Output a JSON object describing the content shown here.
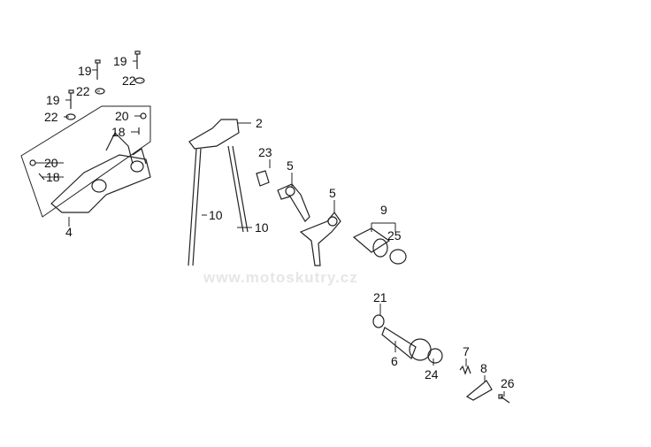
{
  "watermark": "www.motoskutry.cz",
  "labels": {
    "l19a": "19",
    "l19b": "19",
    "l19c": "19",
    "l22a": "22",
    "l22b": "22",
    "l22c": "22",
    "l20a": "20",
    "l20b": "20",
    "l18a": "18",
    "l18b": "18",
    "l4": "4",
    "l2": "2",
    "l23": "23",
    "l5a": "5",
    "l5b": "5",
    "l9": "9",
    "l25": "25",
    "l10a": "10",
    "l10b": "10",
    "l21": "21",
    "l6": "6",
    "l24": "24",
    "l7": "7",
    "l8": "8",
    "l26": "26"
  }
}
